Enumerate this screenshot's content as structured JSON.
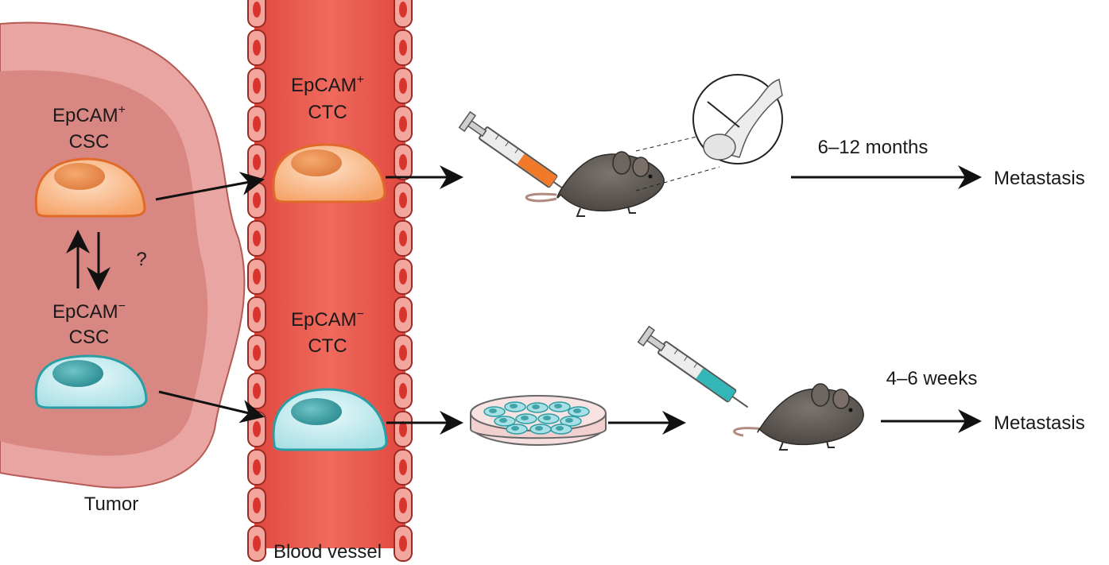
{
  "tumor": {
    "label": "Tumor",
    "cells": {
      "pos_line1": "EpCAM",
      "pos_sup": "+",
      "pos_line2": "CSC",
      "neg_line1": "EpCAM",
      "neg_sup": "−",
      "neg_line2": "CSC",
      "question": "?"
    }
  },
  "vessel": {
    "label": "Blood vessel",
    "ctc_pos_line1": "EpCAM",
    "ctc_pos_sup": "+",
    "ctc_pos_line2": "CTC",
    "ctc_neg_line1": "EpCAM",
    "ctc_neg_sup": "−",
    "ctc_neg_line2": "CTC"
  },
  "top_path": {
    "duration": "6–12 months",
    "outcome": "Metastasis"
  },
  "bottom_path": {
    "duration": "4–6 weeks",
    "outcome": "Metastasis"
  },
  "colors": {
    "tumor_outer": "#e9a5a1",
    "tumor_inner": "#d98783",
    "vessel": "#e8524a",
    "vessel_cells": "#d9342e",
    "pos_cell": "#f6b07c",
    "pos_nucleus": "#e8874d",
    "neg_cell": "#bfe8ec",
    "neg_nucleus": "#3fa3a8",
    "mouse": "#5e5853",
    "syringe_orange": "#f07a2a",
    "syringe_teal": "#32b6b8"
  }
}
